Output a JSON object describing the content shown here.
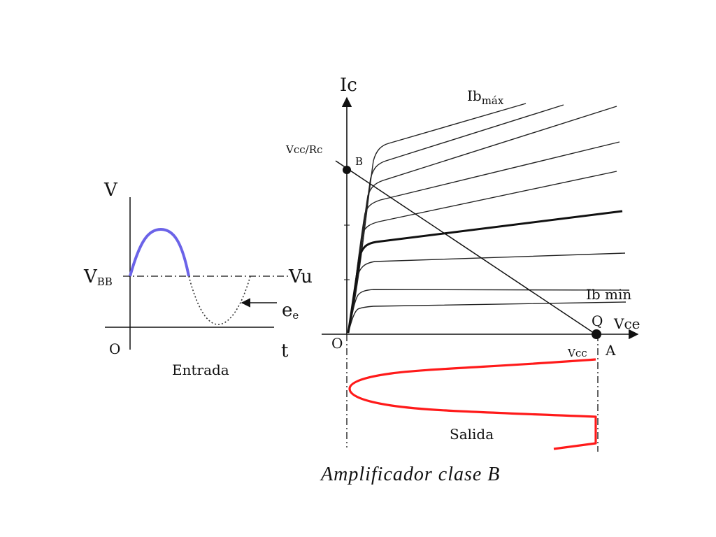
{
  "input_graph": {
    "axis_v": "V",
    "axis_t": "t",
    "origin": "O",
    "bias_label": "V",
    "bias_sub": "BB",
    "vu_label": "Vu",
    "signal_label": "e",
    "signal_sub": "e",
    "caption": "Entrada"
  },
  "output_graph": {
    "axis_ic": "Ic",
    "axis_vce": "Vce",
    "origin": "O",
    "vcc_rc": "Vcc/Rc",
    "point_b": "B",
    "point_q": "Q",
    "point_a": "A",
    "vcc": "Vcc",
    "ib_max": "Ib",
    "ib_max_sub": "máx",
    "ib_min": "Ib min",
    "caption": "Salida"
  },
  "title": "Amplificador clase B",
  "colors": {
    "axis": "#111111",
    "input_active": "#6b63e8",
    "output_wave": "#ff1a1a",
    "curves": "#222222"
  }
}
